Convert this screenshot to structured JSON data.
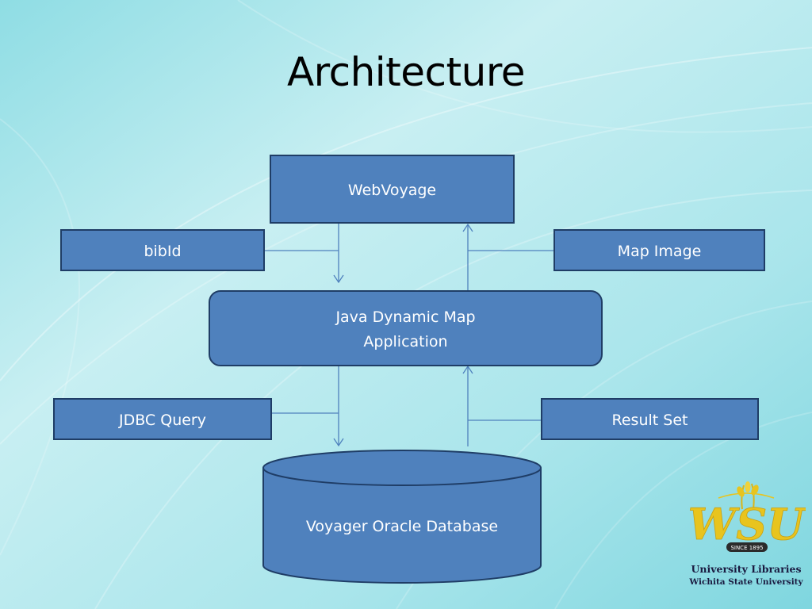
{
  "slide": {
    "title": "Architecture"
  },
  "diagram": {
    "nodes": {
      "webvoyage": "WebVoyage",
      "bibid": "bibId",
      "map_image": "Map Image",
      "java_app_line1": "Java Dynamic Map",
      "java_app_line2": "Application",
      "jdbc_query": "JDBC Query",
      "result_set": "Result Set",
      "database": "Voyager Oracle Database"
    }
  },
  "logo": {
    "mark_text": "WSU",
    "seal_text": "SINCE 1895",
    "line1": "University Libraries",
    "line2": "Wichita State University"
  },
  "colors": {
    "box_fill": "#4f81bd",
    "box_border": "#1f3d66",
    "background": "#a6e4ea",
    "logo_gold": "#e8c41e"
  }
}
